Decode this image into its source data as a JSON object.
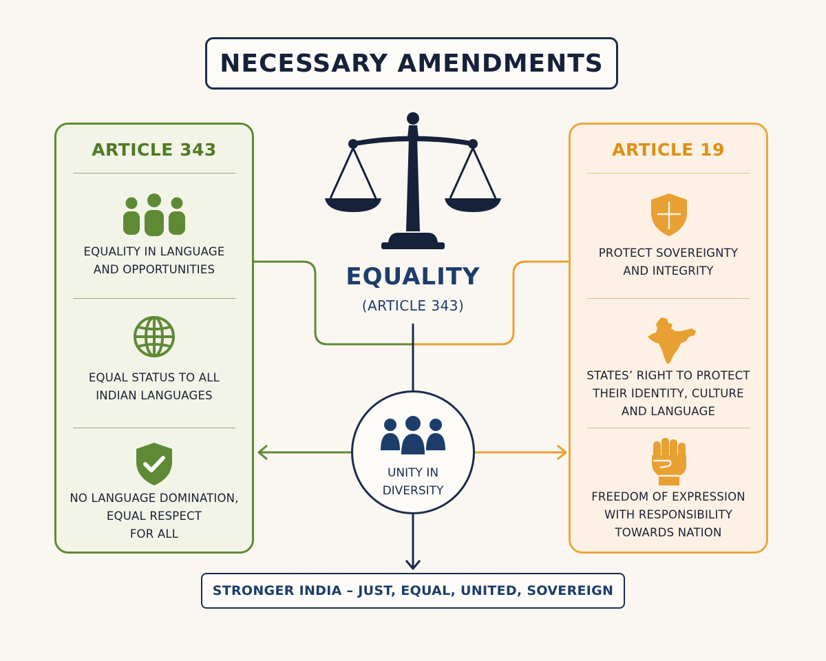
{
  "title": "NECESSARY AMENDMENTS",
  "left_panel": {
    "heading": "ARTICLE 343",
    "items": [
      {
        "icon": "people-group-icon",
        "text": "EQUALITY IN LANGUAGE\nAND OPPORTUNITIES"
      },
      {
        "icon": "globe-icon",
        "text": "EQUAL STATUS TO ALL\nINDIAN LANGUAGES"
      },
      {
        "icon": "shield-check-icon",
        "text": "NO LANGUAGE DOMINATION,\nEQUAL RESPECT\nFOR ALL"
      }
    ]
  },
  "right_panel": {
    "heading": "ARTICLE 19",
    "items": [
      {
        "icon": "shield-cross-icon",
        "text": "PROTECT SOVEREIGNTY\nAND INTEGRITY"
      },
      {
        "icon": "india-map-icon",
        "text": "STATES’ RIGHT TO PROTECT\nTHEIR IDENTITY, CULTURE\nAND LANGUAGE"
      },
      {
        "icon": "raised-fist-icon",
        "text": "FREEDOM OF EXPRESSION\nWITH RESPONSIBILITY\nTOWARDS NATION"
      }
    ]
  },
  "center": {
    "icon": "scales-of-justice-icon",
    "title": "EQUALITY",
    "subtitle": "(ARTICLE 343)"
  },
  "circle": {
    "icon": "people-group-icon",
    "text": "UNITY IN\nDIVERSITY"
  },
  "bottom": "STRONGER INDIA – JUST, EQUAL, UNITED, SOVEREIGN",
  "colors": {
    "navy": "#1b2c4a",
    "green": "#5f8a35",
    "orange": "#eaa73e",
    "background": "#faf7f2"
  }
}
